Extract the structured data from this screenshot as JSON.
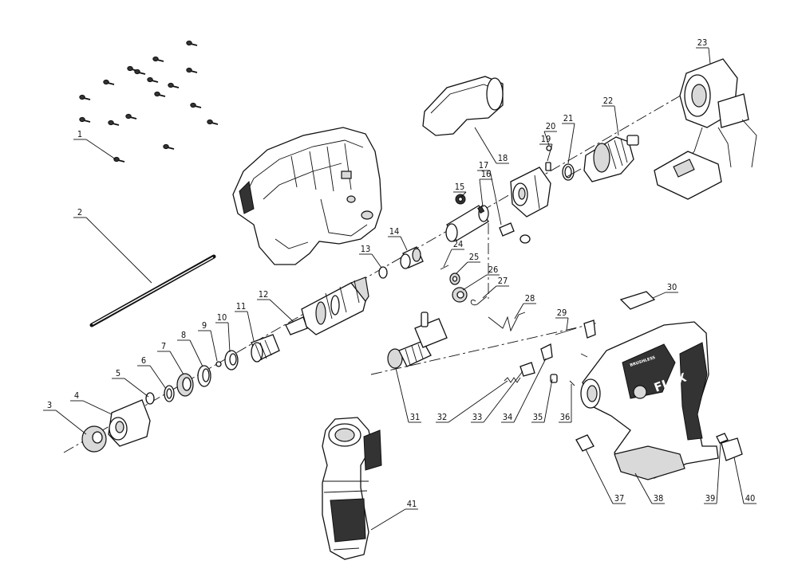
{
  "labels": [
    "1",
    "2",
    "3",
    "4",
    "5",
    "6",
    "7",
    "8",
    "9",
    "10",
    "11",
    "12",
    "13",
    "14",
    "15",
    "16",
    "17",
    "18",
    "19",
    "20",
    "21",
    "22",
    "23",
    "24",
    "25",
    "26",
    "27",
    "28",
    "29",
    "30",
    "31",
    "32",
    "33",
    "34",
    "35",
    "36",
    "37",
    "38",
    "39",
    "40",
    "41"
  ],
  "brand_text": "FLEX",
  "brand_sub": "BRUSHLESS"
}
